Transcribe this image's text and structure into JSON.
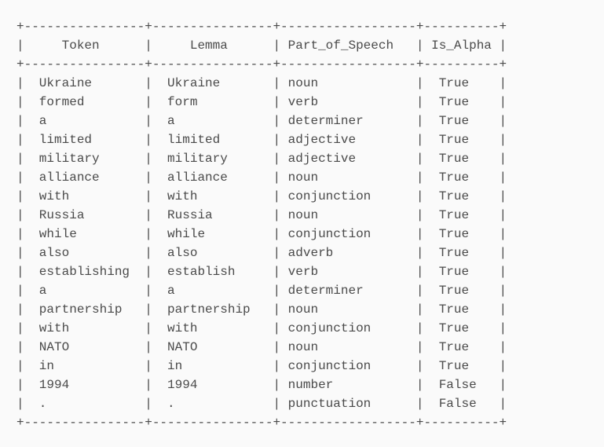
{
  "table": {
    "headers": [
      "Token",
      "Lemma",
      "Part_of_Speech",
      "Is_Alpha"
    ],
    "rows": [
      [
        "Ukraine",
        "Ukraine",
        "noun",
        "True"
      ],
      [
        "formed",
        "form",
        "verb",
        "True"
      ],
      [
        "a",
        "a",
        "determiner",
        "True"
      ],
      [
        "limited",
        "limited",
        "adjective",
        "True"
      ],
      [
        "military",
        "military",
        "adjective",
        "True"
      ],
      [
        "alliance",
        "alliance",
        "noun",
        "True"
      ],
      [
        "with",
        "with",
        "conjunction",
        "True"
      ],
      [
        "Russia",
        "Russia",
        "noun",
        "True"
      ],
      [
        "while",
        "while",
        "conjunction",
        "True"
      ],
      [
        "also",
        "also",
        "adverb",
        "True"
      ],
      [
        "establishing",
        "establish",
        "verb",
        "True"
      ],
      [
        "a",
        "a",
        "determiner",
        "True"
      ],
      [
        "partnership",
        "partnership",
        "noun",
        "True"
      ],
      [
        "with",
        "with",
        "conjunction",
        "True"
      ],
      [
        "NATO",
        "NATO",
        "noun",
        "True"
      ],
      [
        "in",
        "in",
        "conjunction",
        "True"
      ],
      [
        "1994",
        "1994",
        "number",
        "False"
      ],
      [
        ".",
        ".",
        "punctuation",
        "False"
      ]
    ]
  }
}
